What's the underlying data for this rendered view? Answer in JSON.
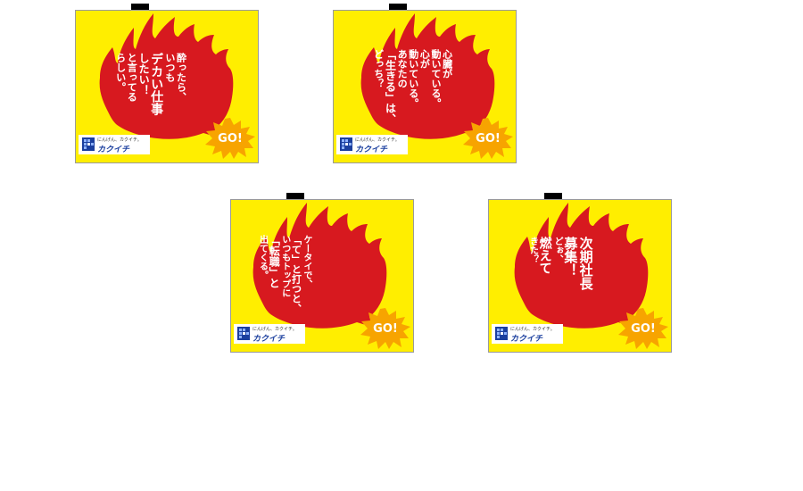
{
  "posters": [
    {
      "lines": [
        "酔ったら、",
        "いつも",
        "デカい仕事",
        "したい！",
        "と言ってる",
        "らしい。"
      ],
      "sizes": [
        11,
        11,
        14,
        12,
        11,
        11
      ],
      "go": "GO!"
    },
    {
      "lines": [
        "心臓が",
        "動いている。",
        "心が",
        "動いている。",
        "あなたの",
        "「生きる」は、",
        "どっち？"
      ],
      "sizes": [
        11,
        11,
        11,
        11,
        11,
        12,
        11
      ],
      "go": "GO!"
    },
    {
      "lines": [
        "ケータイで、",
        "「て」と打つと、",
        "いつもトップに",
        "「転職」と",
        "出てくる。"
      ],
      "sizes": [
        10,
        11,
        10,
        12,
        10
      ],
      "go": "GO!"
    },
    {
      "lines": [
        "次期社長",
        "募集！",
        "どぉ、",
        "燃えて",
        "きた？"
      ],
      "sizes": [
        15,
        15,
        10,
        14,
        10
      ],
      "go": "GO!"
    }
  ],
  "logo": {
    "tagline": "にんげん、カクイチ。",
    "brand": "カクイチ"
  },
  "colors": {
    "panel": "#ffee00",
    "flame": "#d7191f",
    "burst": "#f7a400",
    "logo_blue": "#1b3f9e"
  }
}
